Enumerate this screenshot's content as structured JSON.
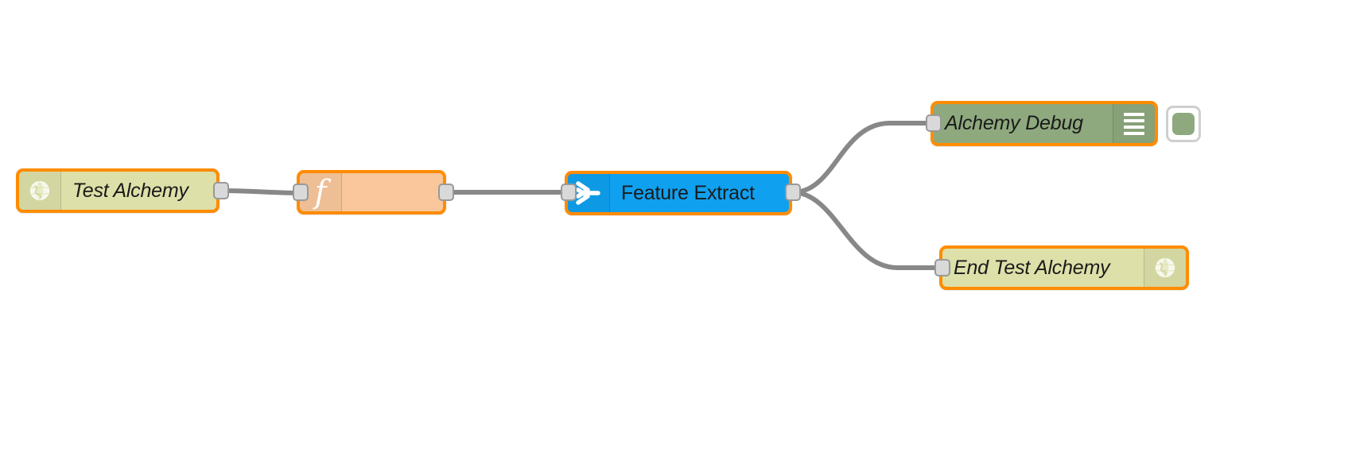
{
  "canvas": {
    "background": "#ffffff",
    "wire_color": "#888888",
    "selection_border": "#ff8c00"
  },
  "nodes": [
    {
      "id": "test-alchemy",
      "label": "Test Alchemy",
      "icon": "globe-icon",
      "icon_side": "left",
      "fill": "#dde0a8",
      "border": "#ff8c00",
      "italic": true,
      "ports": {
        "input": false,
        "output": true
      }
    },
    {
      "id": "function",
      "label": "",
      "icon": "function-f-icon",
      "icon_side": "left",
      "fill": "#f9c79b",
      "border": "#ff8c00",
      "italic": true,
      "ports": {
        "input": true,
        "output": true
      }
    },
    {
      "id": "feature-extract",
      "label": "Feature Extract",
      "icon": "merge-chevron-icon",
      "icon_side": "left",
      "fill": "#0fa0f0",
      "border": "#ff8c00",
      "italic": false,
      "ports": {
        "input": true,
        "output": true
      }
    },
    {
      "id": "alchemy-debug",
      "label": "Alchemy Debug",
      "icon": "debug-bars-icon",
      "icon_side": "right",
      "fill": "#8ea97e",
      "border": "#ff8c00",
      "italic": true,
      "ports": {
        "input": true,
        "output": false
      },
      "toggle": {
        "name": "debug-enable-toggle",
        "state": "enabled",
        "swatch_color": "#8ea97e"
      }
    },
    {
      "id": "end-test-alchemy",
      "label": "End Test Alchemy",
      "icon": "globe-icon",
      "icon_side": "right",
      "fill": "#dde0a8",
      "border": "#ff8c00",
      "italic": true,
      "ports": {
        "input": true,
        "output": false
      }
    }
  ],
  "wires": [
    {
      "from": "test-alchemy",
      "to": "function"
    },
    {
      "from": "function",
      "to": "feature-extract"
    },
    {
      "from": "feature-extract",
      "to": "alchemy-debug"
    },
    {
      "from": "feature-extract",
      "to": "end-test-alchemy"
    }
  ]
}
